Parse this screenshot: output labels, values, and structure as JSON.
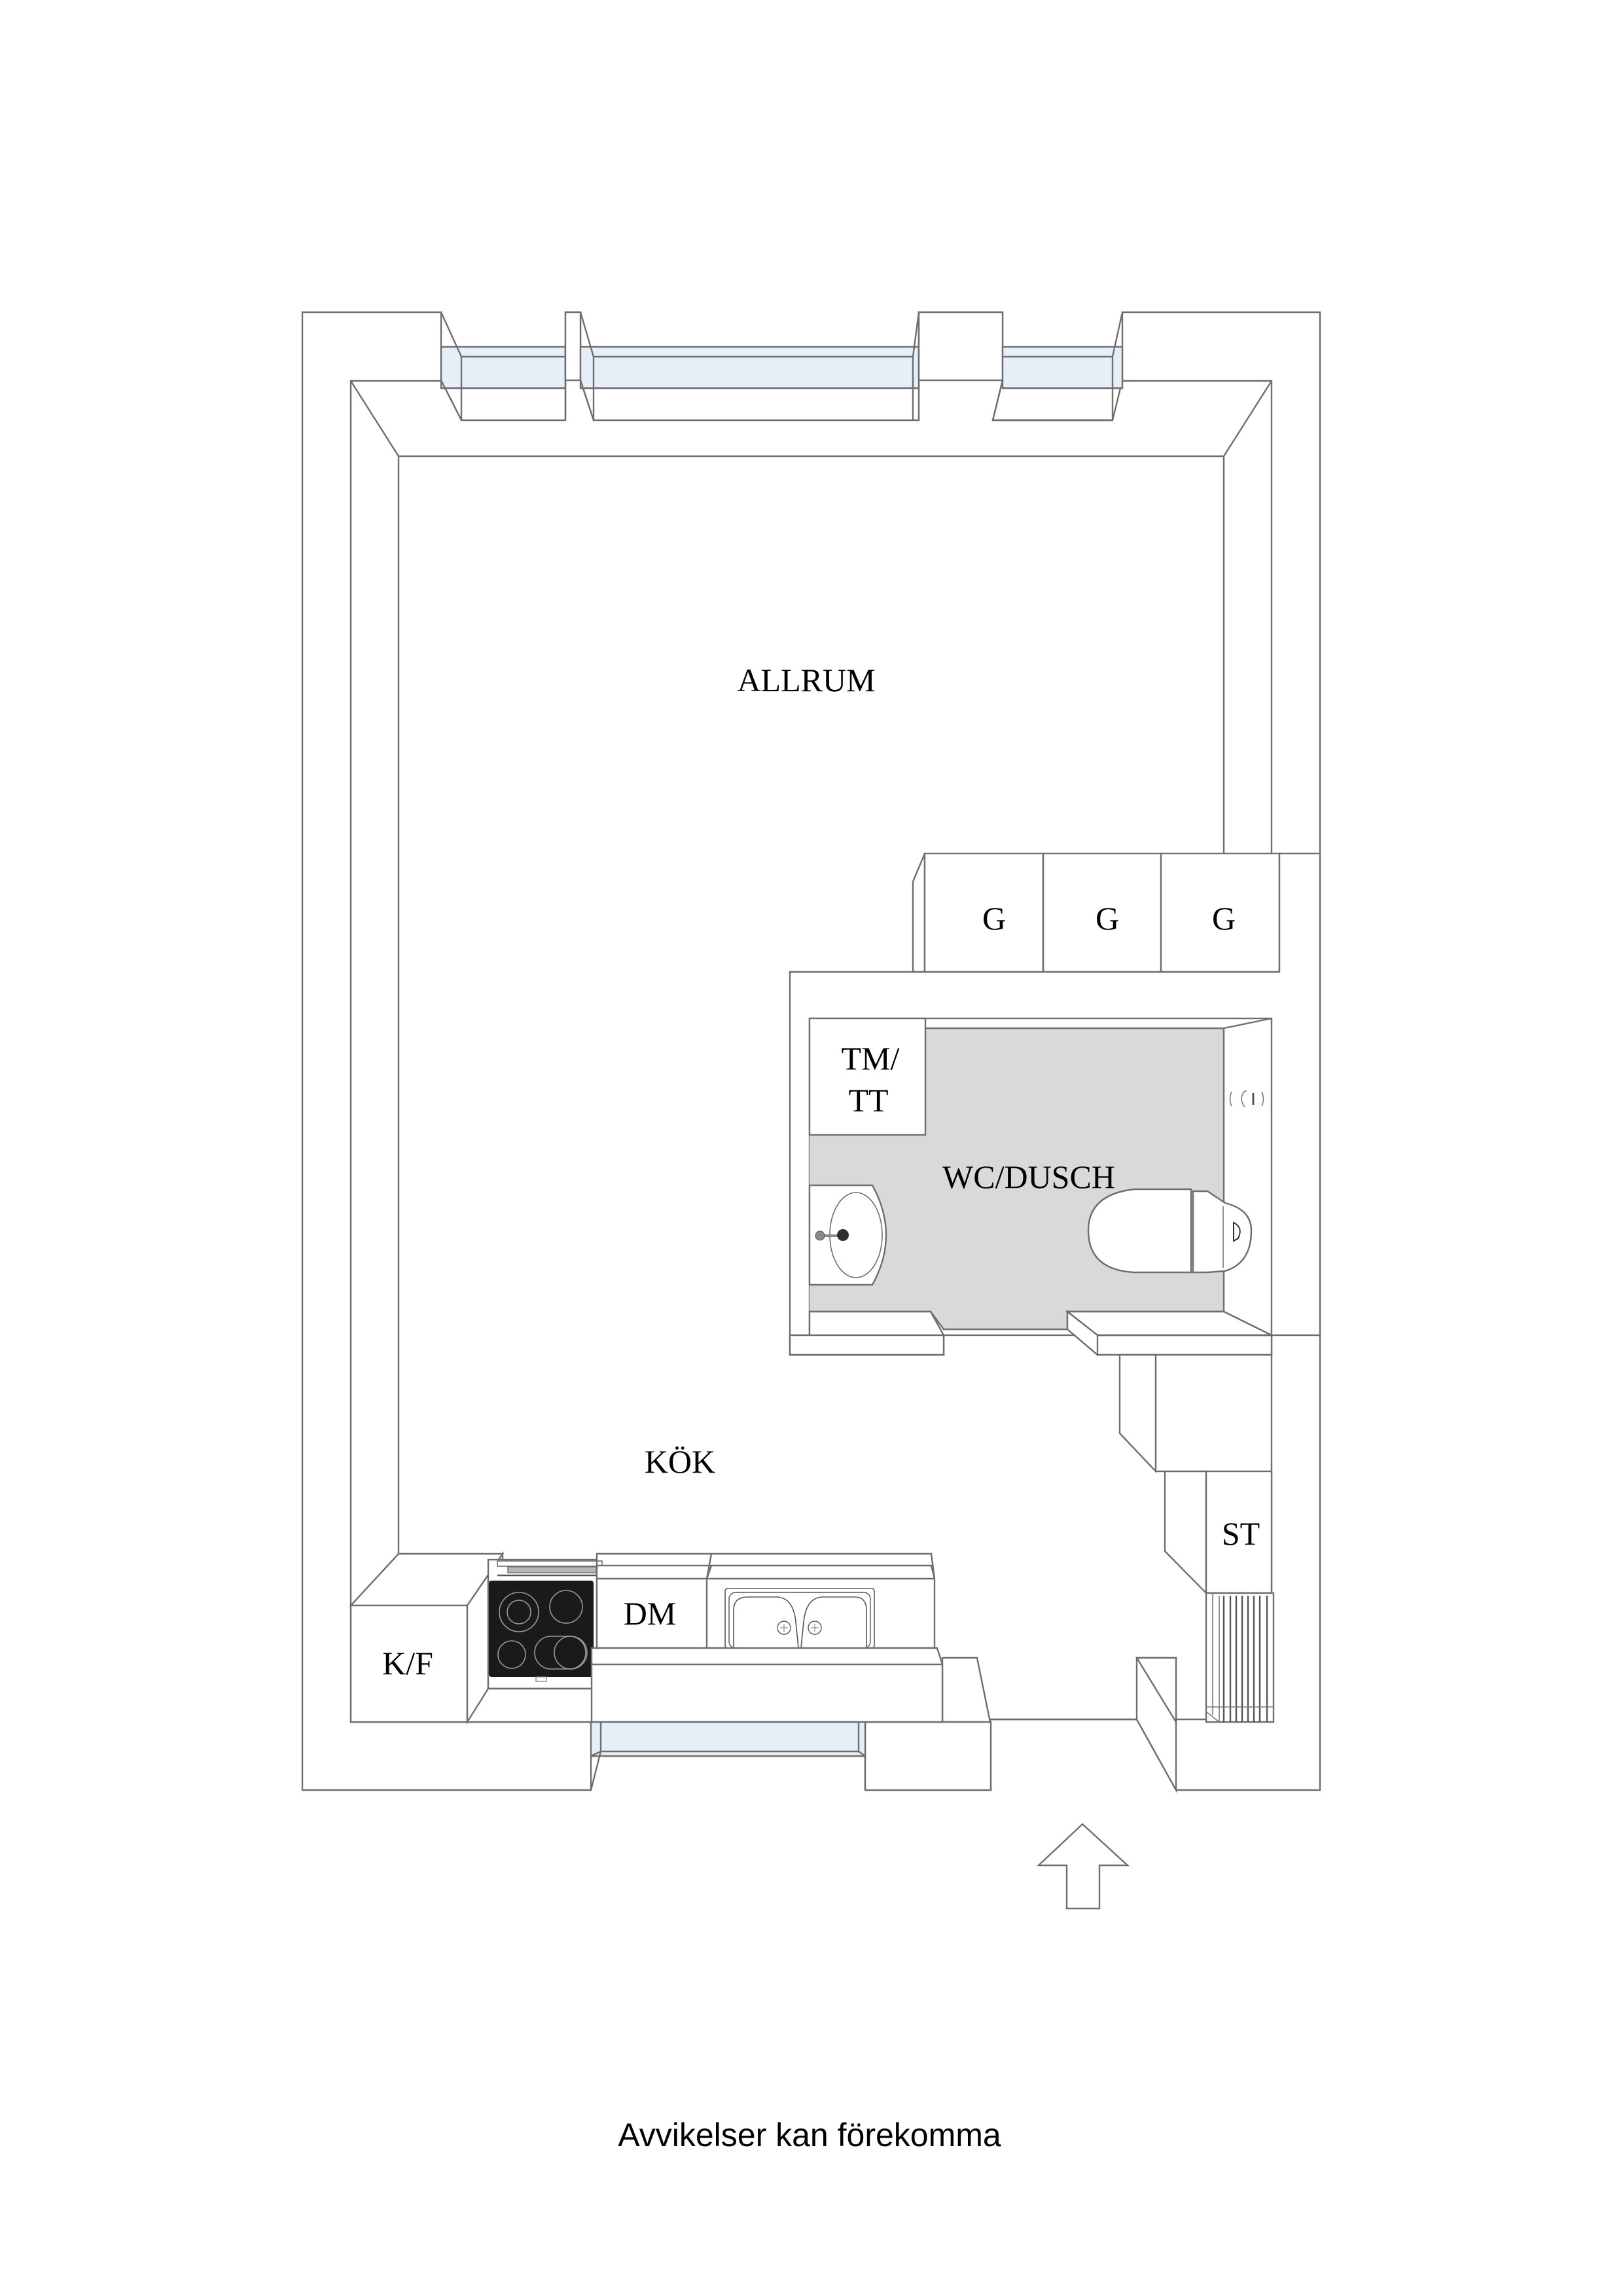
{
  "plan": {
    "rooms": {
      "allrum": "ALLRUM",
      "kok": "KÖK",
      "wc_dusch": "WC/DUSCH"
    },
    "fixtures": {
      "garderob_1": "G",
      "garderob_2": "G",
      "garderob_3": "G",
      "tm_tt_line1": "TM/",
      "tm_tt_line2": "TT",
      "kyl_frys": "K/F",
      "diskmaskin": "DM",
      "stad": "ST"
    },
    "entrance_marker": "arrow-up-icon",
    "colors": {
      "wall_stroke": "#6e6e6e",
      "window_glass": "#e6eef7",
      "bathroom_floor": "#d9d9d9",
      "cooktop": "#1a1a1a"
    }
  },
  "footer": {
    "disclaimer": "Avvikelser kan förekomma"
  }
}
